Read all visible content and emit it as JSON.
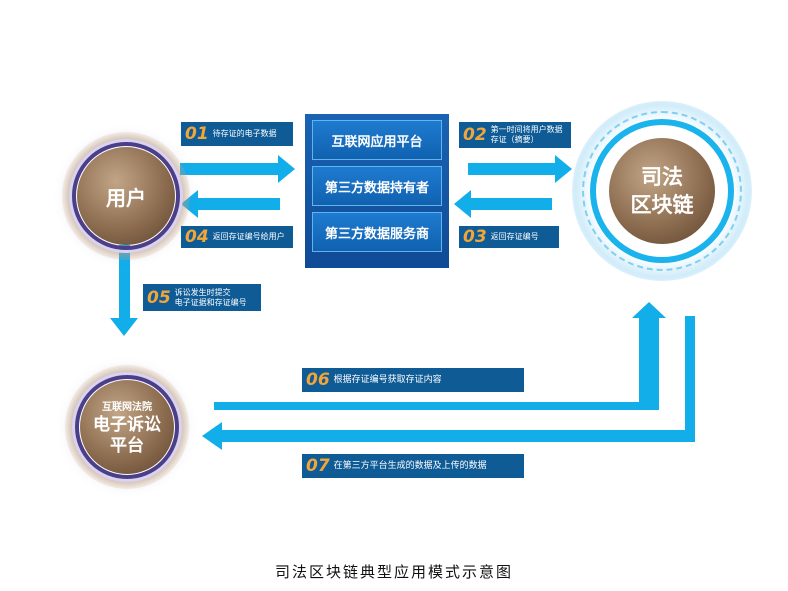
{
  "nodes": {
    "user": "用户",
    "court_top": "互联网法院",
    "court_main_line1": "电子诉讼",
    "court_main_line2": "平台",
    "chain_line1": "司法",
    "chain_line2": "区块链"
  },
  "platform": {
    "items": [
      "互联网应用平台",
      "第三方数据持有者",
      "第三方数据服务商"
    ]
  },
  "steps": [
    {
      "num": "01",
      "text": "待存证的电子数据"
    },
    {
      "num": "02",
      "text": "第一时间将用户数据\n存证（摘要）"
    },
    {
      "num": "03",
      "text": "返回存证编号"
    },
    {
      "num": "04",
      "text": "返回存证编号给用户"
    },
    {
      "num": "05",
      "text": "诉讼发生时提交\n电子证据和存证编号"
    },
    {
      "num": "06",
      "text": "根据存证编号获取存证内容"
    },
    {
      "num": "07",
      "text": "在第三方平台生成的数据及上传的数据"
    }
  ],
  "caption": "司法区块链典型应用模式示意图",
  "colors": {
    "arrow": "#12aeea",
    "label_bg": "#0e5b96",
    "label_num": "#f2a63a",
    "platform_bg": "#1a63b3",
    "circle_bronze": "#8d6d50"
  }
}
